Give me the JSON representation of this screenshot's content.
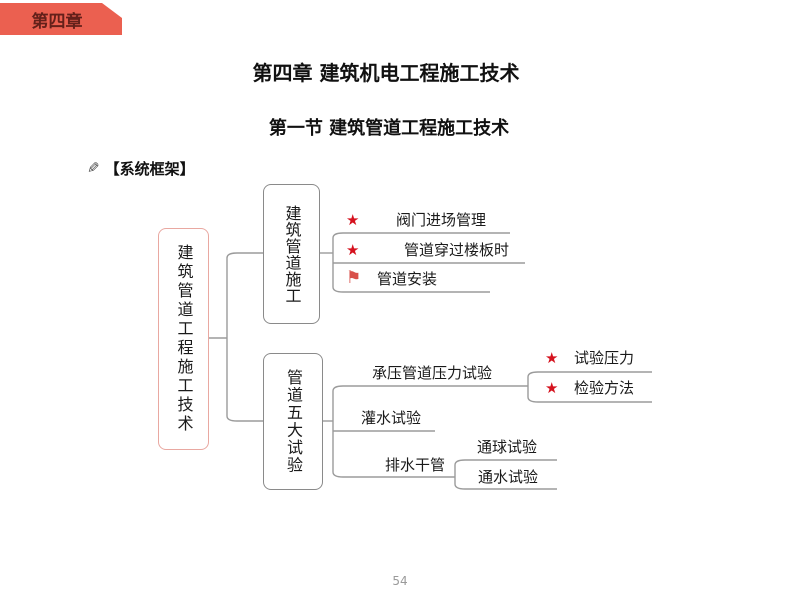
{
  "badge": {
    "label": "第四章"
  },
  "title": "第四章  建筑机电工程施工技术",
  "subtitle": "第一节  建筑管道工程施工技术",
  "framework": {
    "icon": "pencil-icon",
    "text": "【系统框架】"
  },
  "page_number": "54",
  "icons": {
    "star": "★",
    "flag": "⚑",
    "pencil": "✎"
  },
  "colors": {
    "badge_bg": "#EB6050",
    "badge_text": "#64201A",
    "star_red": "#D5121E",
    "flag_red": "#D8504A",
    "root_border": "#E9A8A1",
    "branch_border": "#8A8A8A",
    "connector_gray": "#9B9B9B"
  },
  "mindmap": {
    "root": {
      "label": "建筑管道工程施工技术"
    },
    "branches": [
      {
        "label": "建筑管道施工",
        "children": [
          {
            "icon": "star",
            "label": "阀门进场管理"
          },
          {
            "icon": "star",
            "label": "管道穿过楼板时"
          },
          {
            "icon": "flag",
            "label": "管道安装"
          }
        ]
      },
      {
        "label": "管道五大试验",
        "children": [
          {
            "label": "承压管道压力试验",
            "children": [
              {
                "icon": "star",
                "label": "试验压力"
              },
              {
                "icon": "star",
                "label": "检验方法"
              }
            ]
          },
          {
            "label": "灌水试验"
          },
          {
            "label": "排水干管",
            "children": [
              {
                "label": "通球试验"
              },
              {
                "label": "通水试验"
              }
            ]
          }
        ]
      }
    ]
  }
}
